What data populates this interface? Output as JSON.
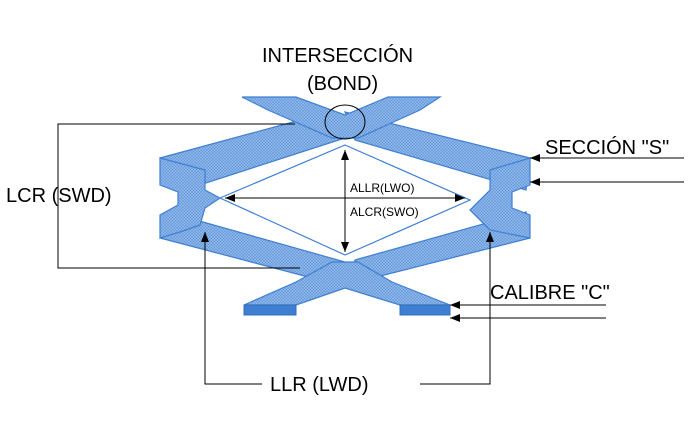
{
  "labels": {
    "intersection": "INTERSECCIÓN",
    "bond": "(BOND)",
    "lcr": "LCR (SWD)",
    "section": "SECCIÓN \"S\"",
    "allr": "ALLR(LWO)",
    "alcr": "ALCR(SWO)",
    "calibre": "CALIBRE \"C\"",
    "llr": "LLR (LWD)"
  },
  "colors": {
    "mesh_fill": "#8db6e8",
    "mesh_edge": "#3f7fd2",
    "section_fill": "#3f7fd2",
    "line": "#000000"
  }
}
